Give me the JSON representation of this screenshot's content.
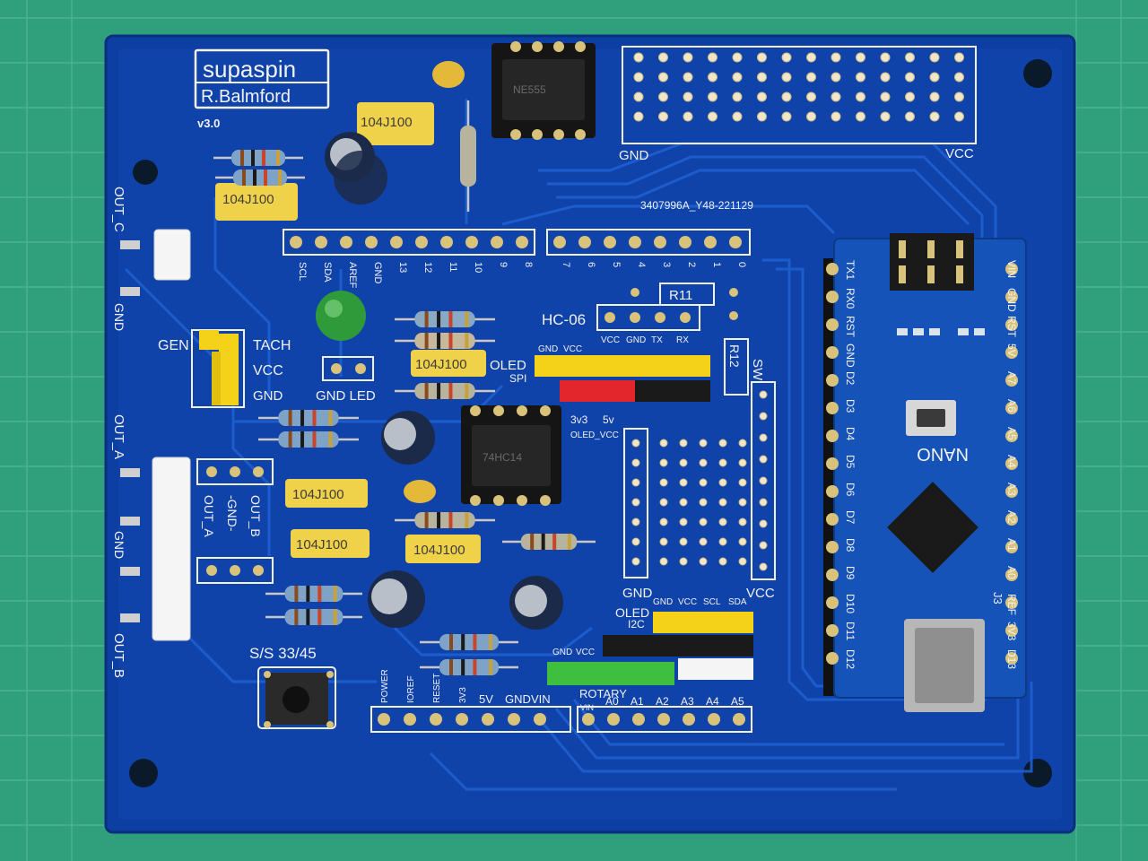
{
  "board": {
    "logo": "supaspin",
    "author": "R.Balmford",
    "version": "v3.0",
    "lot_code": "3407996A_Y48-221129"
  },
  "colors": {
    "mat": "#2f9f7c",
    "board": "#0d3fa3",
    "trace": "#1f5fd0",
    "silkscreen": "#f2f2f2",
    "header_yellow": "#f4d21a",
    "header_red": "#e2262b",
    "header_green": "#3fbf3f",
    "header_black": "#1a1a1a",
    "capacitor_yellow": "#f0d24a"
  },
  "labels": {
    "out_c": "OUT_C",
    "gnd_left_top": "GND",
    "gen": "GEN",
    "tach": "TACH",
    "vcc_left": "VCC",
    "gnd_left": "GND",
    "gnd_led": "GND LED",
    "out_a": "OUT_A",
    "gnd_mid": "GND",
    "out_b": "OUT_B",
    "out_a_v": "OUT_A",
    "gnd_v": "-GND-",
    "out_b_v": "OUT_B",
    "ss": "S/S 33/45",
    "hc06": "HC-06",
    "r11": "R11",
    "r12": "R12",
    "sw": "SW",
    "oled": "OLED",
    "spi": "SPI",
    "oled_i2c": "OLED",
    "i2c": "I2C",
    "v33": "3v3",
    "v5": "5v",
    "oled_vcc": "OLED_VCC",
    "rotary": "ROTARY",
    "gnd_proto": "GND",
    "vcc_proto": "VCC",
    "gnd_top_proto": "GND",
    "vcc_top_proto": "VCC",
    "nano": "NANO",
    "j3": "J3"
  },
  "cap_text": "104J100",
  "top_pins": [
    "SCL",
    "SDA",
    "AREF",
    "GND",
    "13",
    "12",
    "11",
    "10",
    "9",
    "8",
    "7",
    "6",
    "5",
    "4",
    "3",
    "2",
    "1",
    "0"
  ],
  "bt_pins": [
    "VCC",
    "GND",
    "TX",
    "RX"
  ],
  "spi_pins": [
    "GND",
    "VCC"
  ],
  "i2c_pins": [
    "GND",
    "VCC",
    "SCL",
    "SDA"
  ],
  "rotary_pins": [
    "GND",
    "VCC"
  ],
  "power_pins": [
    "POWER",
    "IOREF",
    "RESET",
    "3V3",
    "5V",
    "GND",
    "VIN"
  ],
  "analog_pins": [
    "VIN",
    "A0",
    "A1",
    "A2",
    "A3",
    "A4",
    "A5"
  ],
  "nano_left": [
    "TX1",
    "RX0",
    "RST",
    "GND",
    "D2",
    "D3",
    "D4",
    "D5",
    "D6",
    "D7",
    "D8",
    "D9",
    "D10",
    "D11",
    "D12"
  ],
  "nano_right": [
    "VIN",
    "GND",
    "RST",
    "5V",
    "A7",
    "A6",
    "A5",
    "A4",
    "A3",
    "A2",
    "A1",
    "A0",
    "REF",
    "3V3",
    "D13"
  ],
  "ic_text": [
    "NE555",
    "74HC14"
  ]
}
